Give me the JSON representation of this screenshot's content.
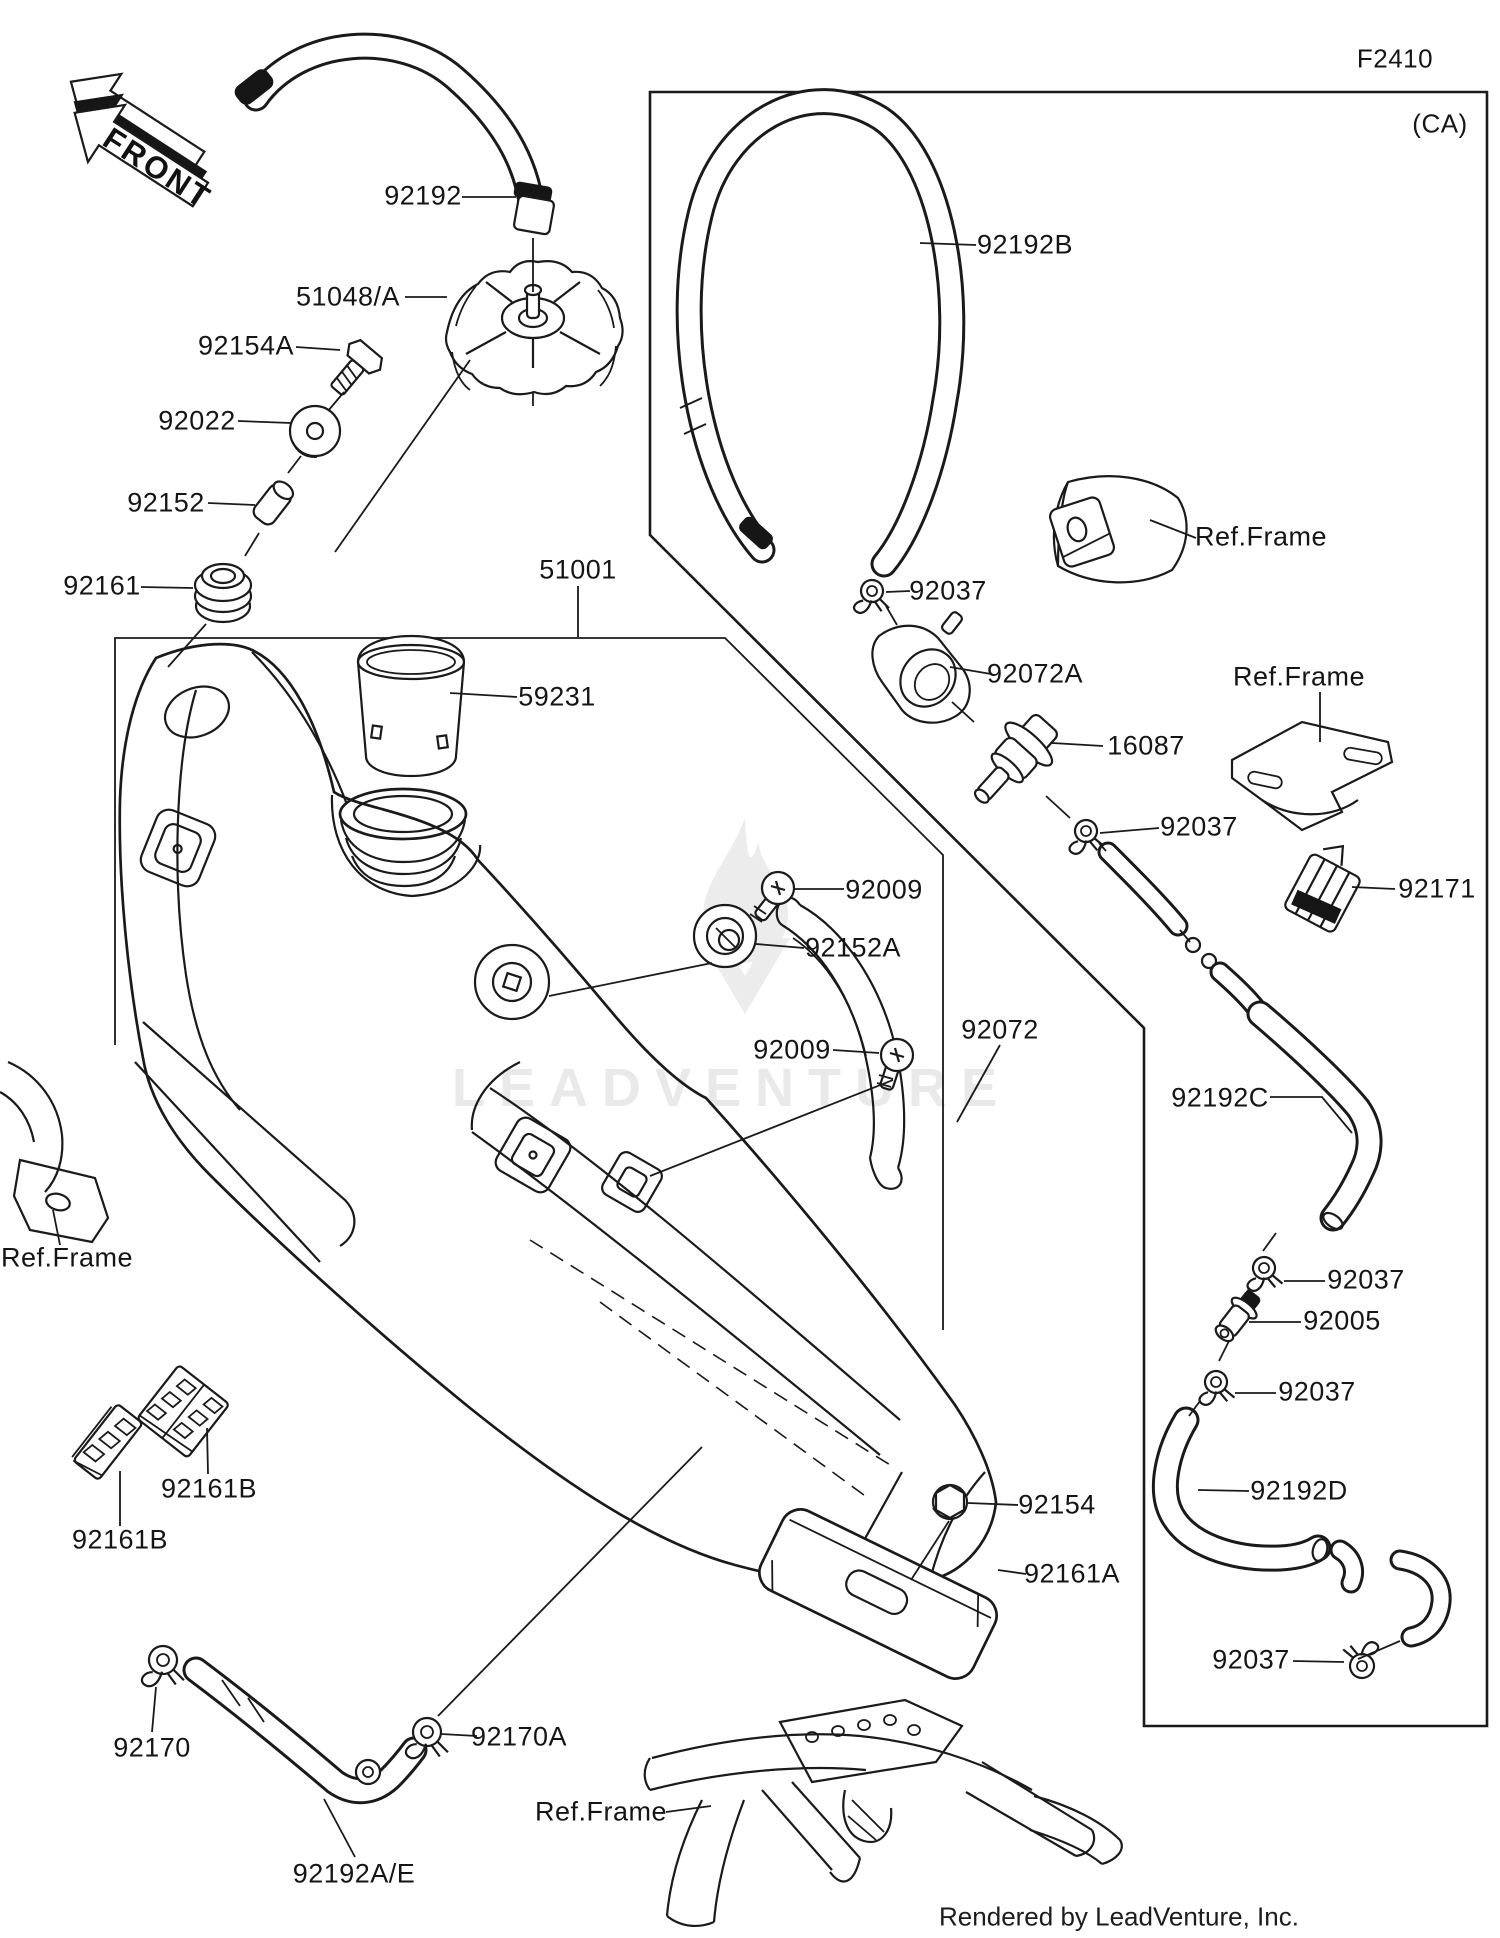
{
  "page": {
    "code": "F2410",
    "region_tag": "(CA)",
    "front_marker": "FRONT",
    "watermark": "LEADVENTURE",
    "footer": "Rendered by LeadVenture, Inc."
  },
  "labels": [
    {
      "id": "92192",
      "text": "92192"
    },
    {
      "id": "51048A",
      "text": "51048/A"
    },
    {
      "id": "92154A",
      "text": "92154A"
    },
    {
      "id": "92022",
      "text": "92022"
    },
    {
      "id": "92152",
      "text": "92152"
    },
    {
      "id": "92161",
      "text": "92161"
    },
    {
      "id": "51001",
      "text": "51001"
    },
    {
      "id": "59231",
      "text": "59231"
    },
    {
      "id": "92192B",
      "text": "92192B"
    },
    {
      "id": "92037-1",
      "text": "92037"
    },
    {
      "id": "92072A",
      "text": "92072A"
    },
    {
      "id": "ref-frame-1",
      "text": "Ref.Frame"
    },
    {
      "id": "ref-frame-2",
      "text": "Ref.Frame"
    },
    {
      "id": "16087",
      "text": "16087"
    },
    {
      "id": "92037-2",
      "text": "92037"
    },
    {
      "id": "92171",
      "text": "92171"
    },
    {
      "id": "92009-1",
      "text": "92009"
    },
    {
      "id": "92152A",
      "text": "92152A"
    },
    {
      "id": "92009-2",
      "text": "92009"
    },
    {
      "id": "92072",
      "text": "92072"
    },
    {
      "id": "92192C",
      "text": "92192C"
    },
    {
      "id": "92037-3",
      "text": "92037"
    },
    {
      "id": "92005",
      "text": "92005"
    },
    {
      "id": "92037-4",
      "text": "92037"
    },
    {
      "id": "92192D",
      "text": "92192D"
    },
    {
      "id": "92161B-1",
      "text": "92161B"
    },
    {
      "id": "92161B-2",
      "text": "92161B"
    },
    {
      "id": "92154",
      "text": "92154"
    },
    {
      "id": "92161A",
      "text": "92161A"
    },
    {
      "id": "92037-5",
      "text": "92037"
    },
    {
      "id": "92170",
      "text": "92170"
    },
    {
      "id": "92170A",
      "text": "92170A"
    },
    {
      "id": "92192AE",
      "text": "92192A/E"
    },
    {
      "id": "ref-frame-left",
      "text": "Ref.Frame"
    },
    {
      "id": "ref-frame-bottom",
      "text": "Ref.Frame"
    }
  ]
}
